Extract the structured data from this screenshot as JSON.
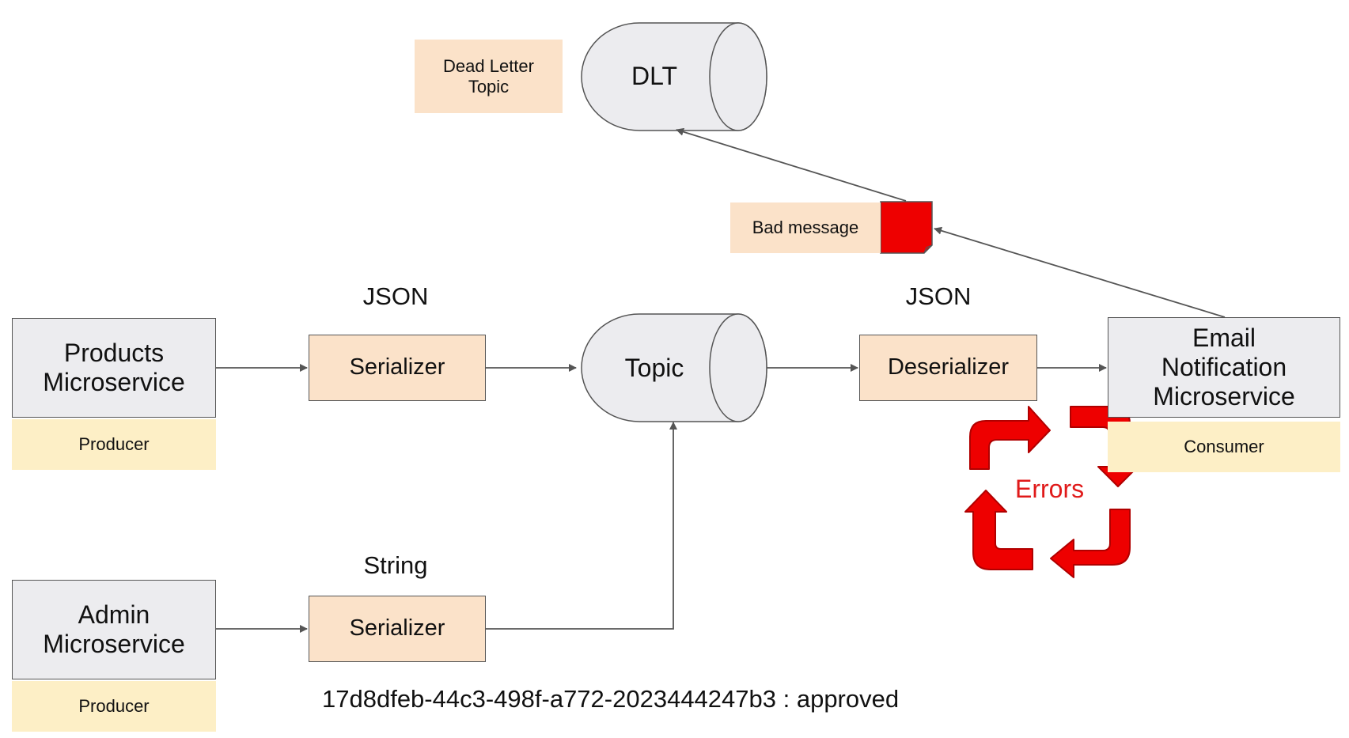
{
  "dlt": {
    "label": "DLT",
    "note": "Dead Letter Topic"
  },
  "bad_message": {
    "label": "Bad message",
    "color": "#ee0000"
  },
  "products": {
    "title": "Products Microservice",
    "role": "Producer"
  },
  "admin": {
    "title": "Admin Microservice",
    "role": "Producer"
  },
  "email": {
    "title": "Email Notification Microservice",
    "role": "Consumer"
  },
  "serializer_top": {
    "format": "JSON",
    "label": "Serializer"
  },
  "serializer_bottom": {
    "format": "String",
    "label": "Serializer"
  },
  "topic": {
    "label": "Topic"
  },
  "deserializer": {
    "format": "JSON",
    "label": "Deserializer"
  },
  "errors": {
    "label": "Errors",
    "color": "#e01a1a"
  },
  "footer": {
    "text": "17d8dfeb-44c3-498f-a772-2023444247b3 : approved"
  }
}
